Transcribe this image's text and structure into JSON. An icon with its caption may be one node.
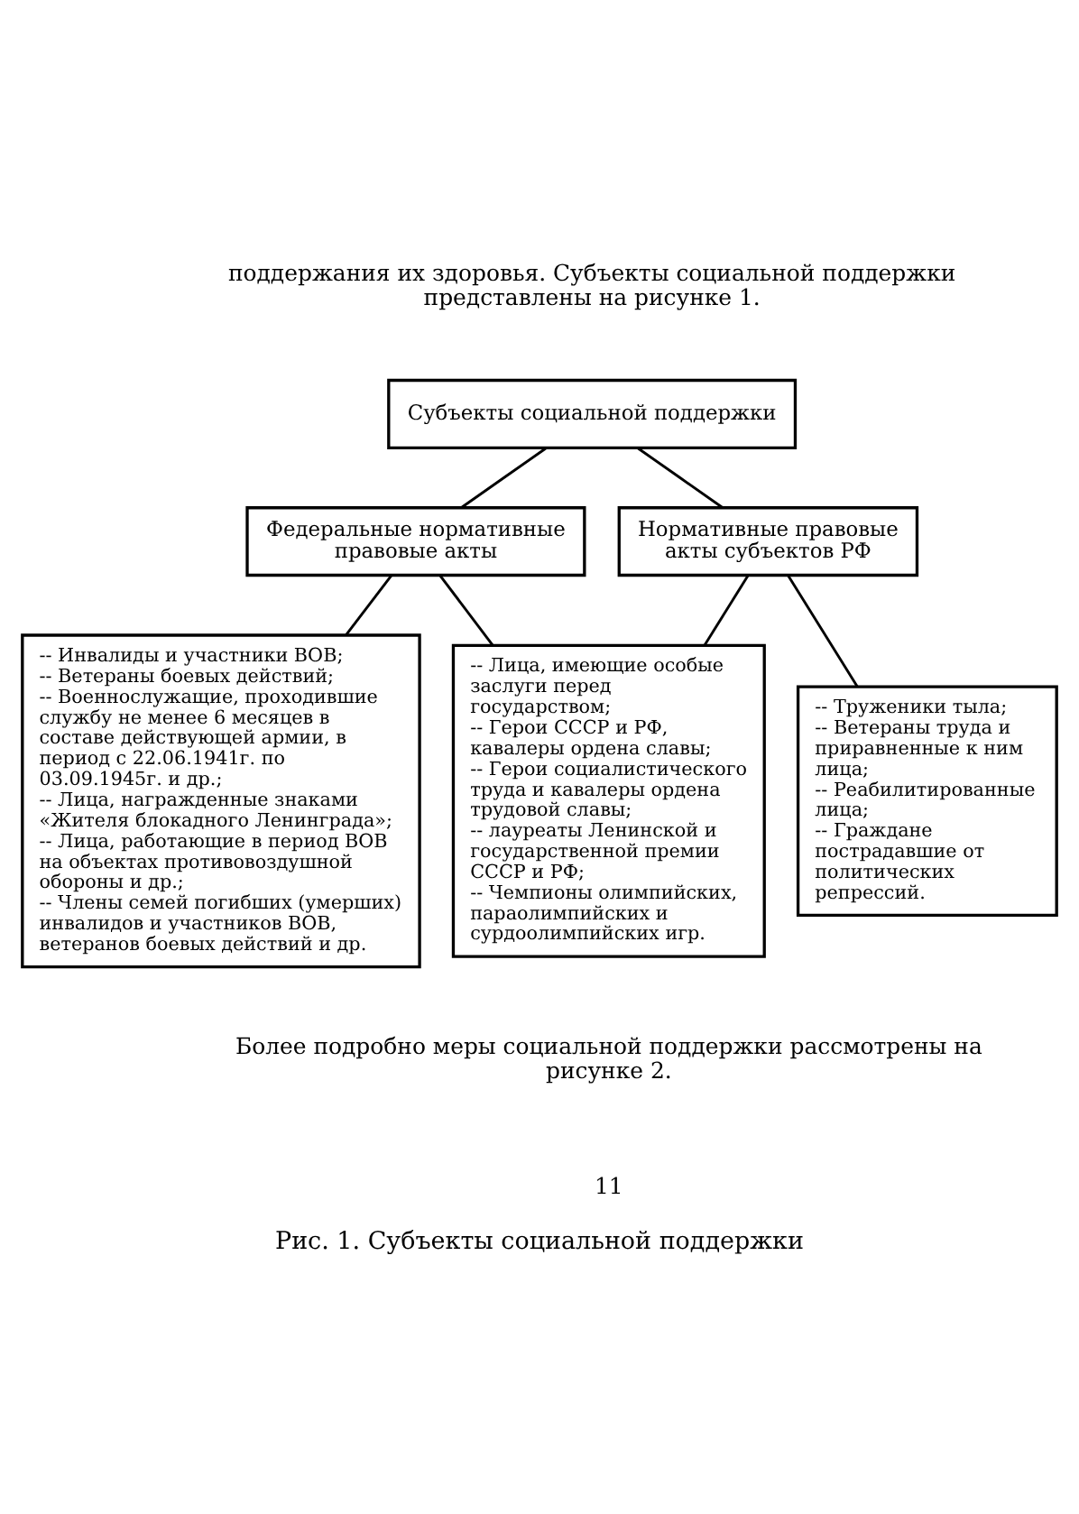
{
  "diagram": {
    "caption": "Рис. 1. Субъекты социальной поддержки",
    "nodes": [
      {
        "text": [
          "Субъекты социальной поддержки"
        ]
      },
      {
        "text": [
          "Федеральные нормативные правовые акты"
        ]
      },
      {
        "text": [
          "Нормативные правовые акты субъектов РФ"
        ]
      },
      {
        "text": [
          "-- Инвалиды и участники ВОВ;",
          "-- Ветераны боевых действий;",
          "-- Военнослужащие, проходившие службу не менее 6 месяцев в составе действующей армии, в период с 22.06.1941г. по 03.09.1945г. и др.;",
          "-- Лица, награжденные знаками «Жителя блокадного Ленинграда»;",
          "-- Лица, работающие в период ВОВ на объектах противовоздушной обороны и др.;",
          "-- Члены семей погибших (умерших) инвалидов и участников ВОВ, ветеранов боевых действий и др."
        ]
      },
      {
        "text": [
          "-- Лица, имеющие особые заслуги перед государством;",
          "-- Герои СССР и РФ, кавалеры ордена славы;",
          "-- Герои социалистического труда и кавалеры ордена трудовой славы;",
          "-- лауреаты Ленинской и государственной премии СССР и РФ;",
          "-- Чемпионы олимпийских, параолимпийских и сурдоолимпийских игр."
        ]
      },
      {
        "text": [
          "-- Труженики тыла;",
          "-- Ветераны труда и приравненные к ним лица;",
          "-- Реабилитированные лица;",
          "-- Граждане пострадавшие от политических репрессий."
        ]
      }
    ],
    "edges": [
      {
        "from": 0,
        "to": 1,
        "arrow": "none"
      },
      {
        "from": 0,
        "to": 2,
        "arrow": "none"
      },
      {
        "from": 1,
        "to": 3,
        "arrow": "none"
      },
      {
        "from": 1,
        "to": 4,
        "arrow": "none"
      },
      {
        "from": 2,
        "to": 4,
        "arrow": "none"
      },
      {
        "from": 2,
        "to": 5,
        "arrow": "none"
      }
    ],
    "labels": [
      "поддержания их здоровья. Субъекты социальной поддержки представлены на рисунке 1.",
      "Более подробно меры социальной поддержки рассмотрены на рисунке 2.",
      "11"
    ]
  }
}
